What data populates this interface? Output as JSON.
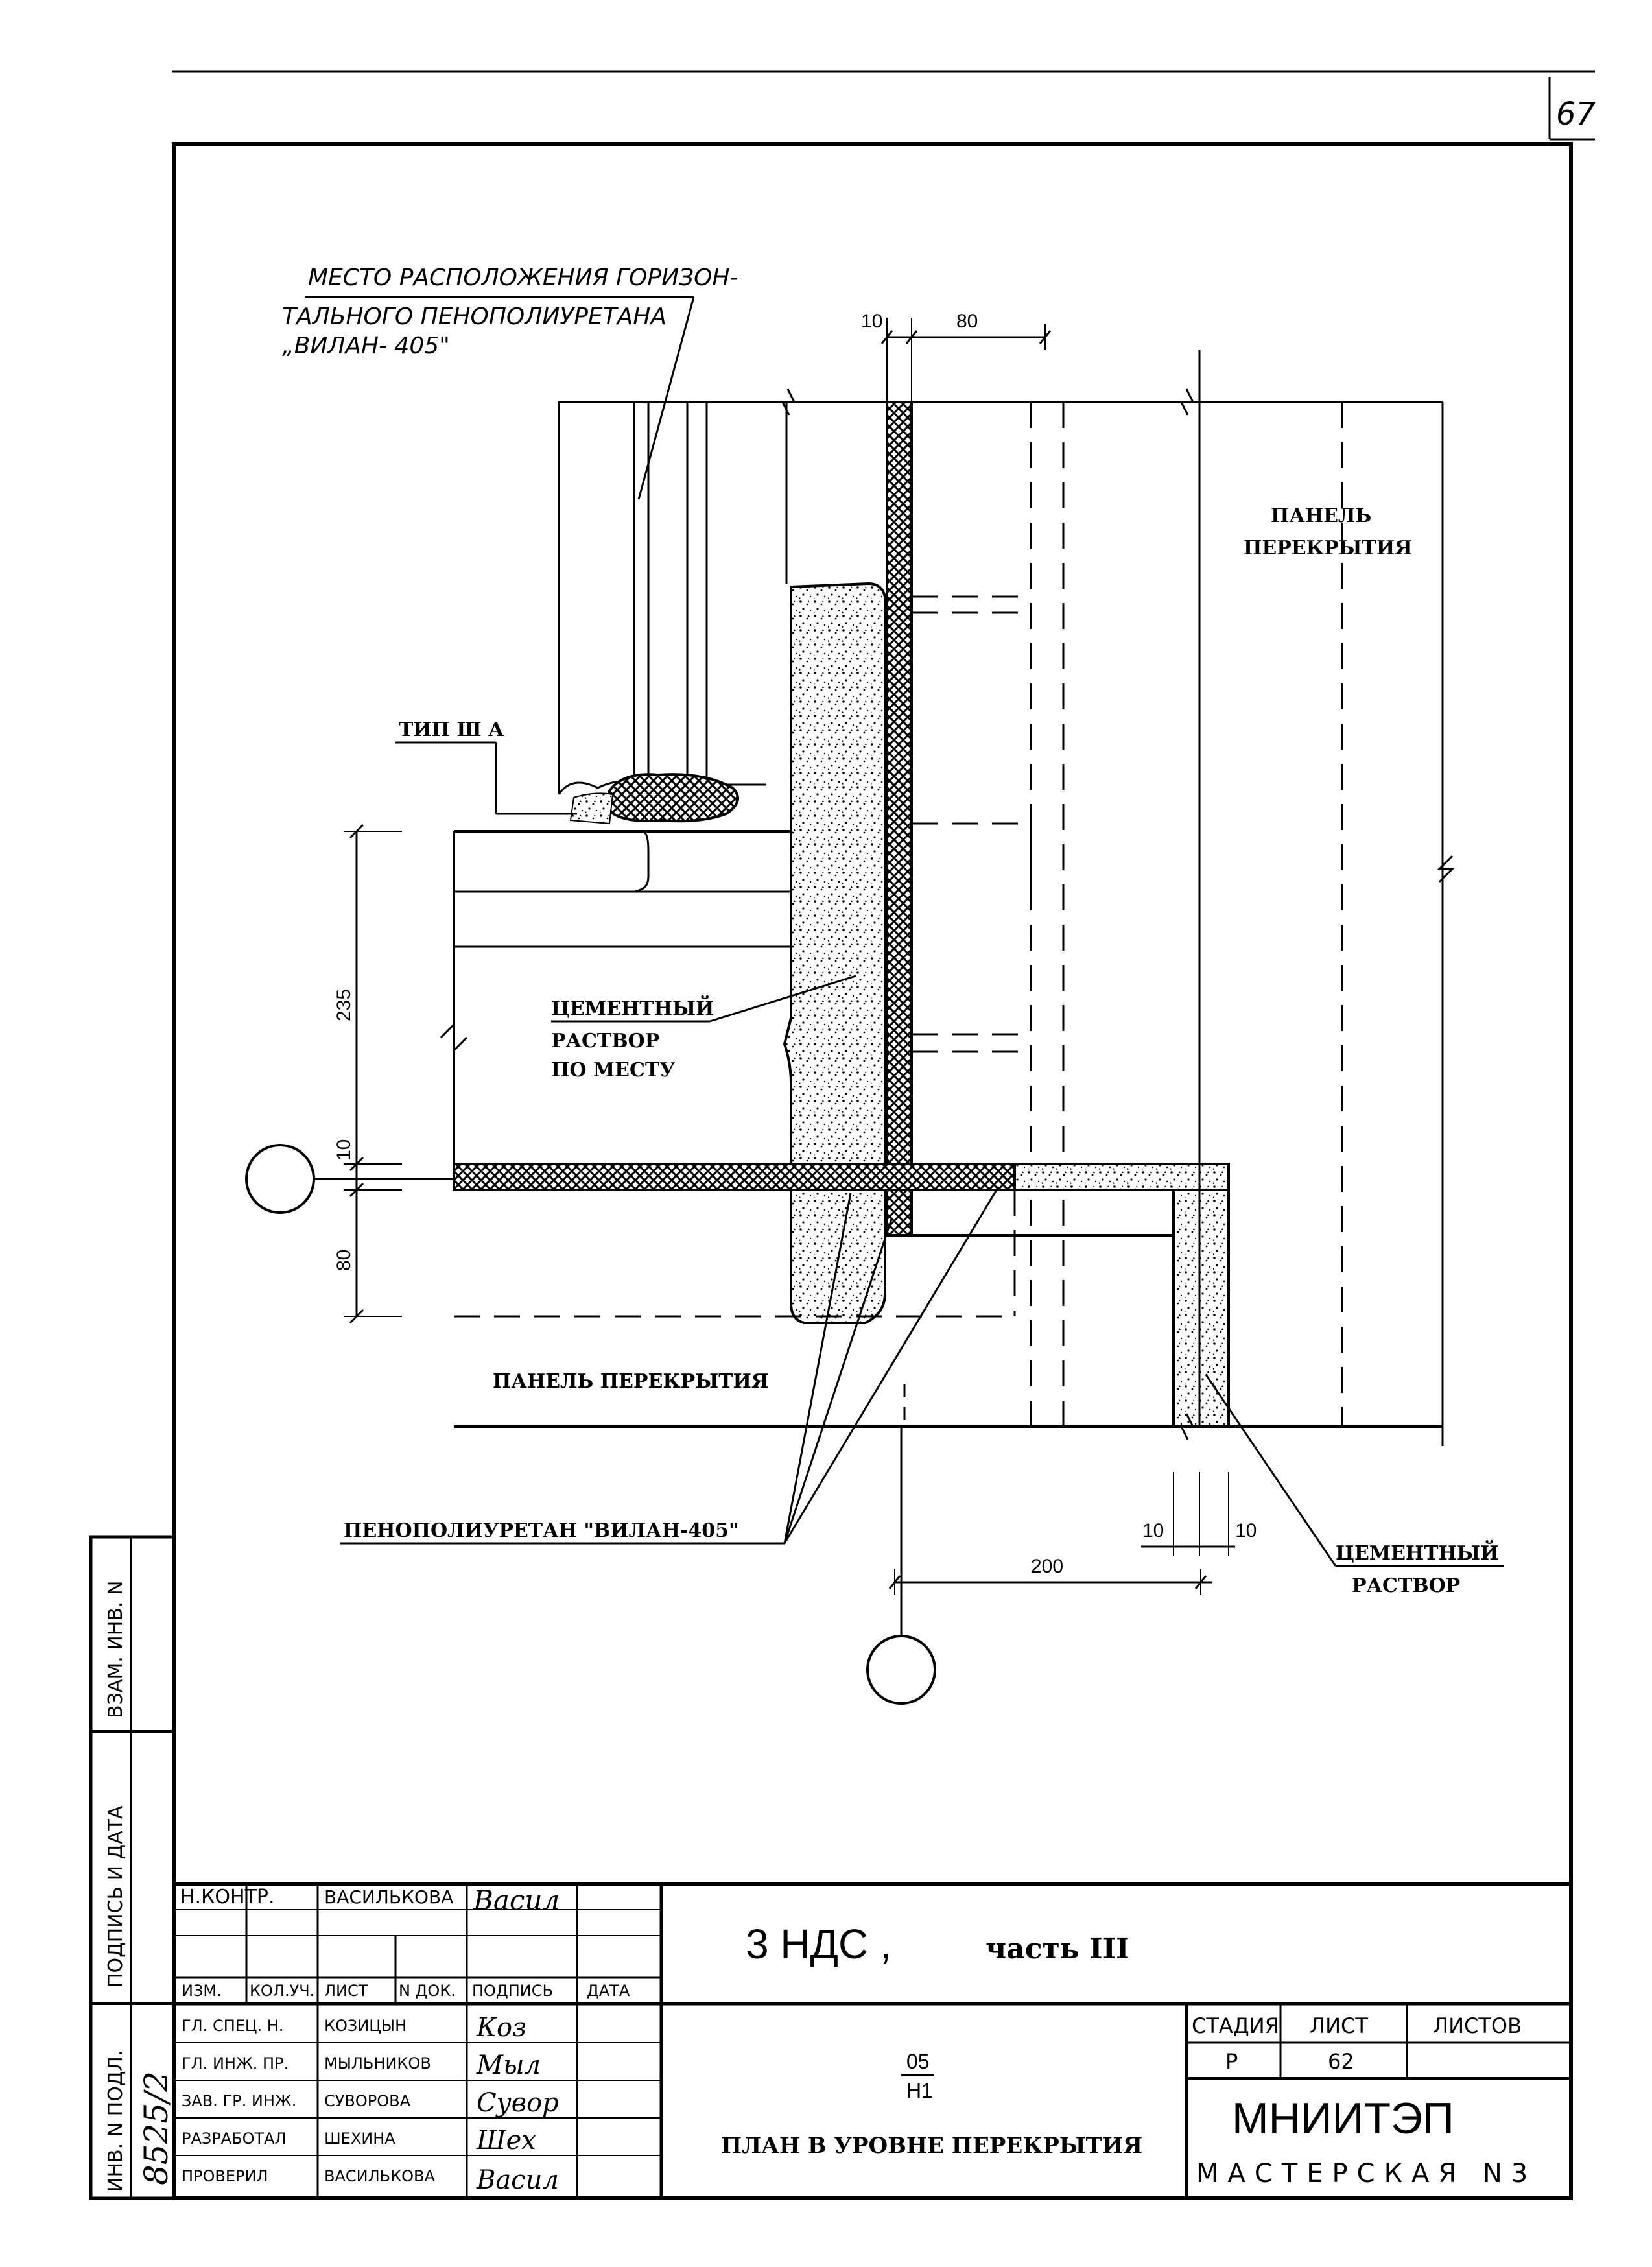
{
  "page_number": "67",
  "drawing": {
    "callout_horizontal_foam": [
      "МЕСТО РАСПОЛОЖЕНИЯ ГОРИЗОН-",
      "ТАЛЬНОГО ПЕНОПОЛИУРЕТАНА",
      "„ВИЛАН- 405\""
    ],
    "type_label": "ТИП Ш А",
    "panel_right": [
      "ПАНЕЛЬ",
      "ПЕРЕКРЫТИЯ"
    ],
    "cement_mortar_in_place": [
      "ЦЕМЕНТНЫЙ",
      "РАСТВОР",
      "ПО МЕСТУ"
    ],
    "panel_bottom": "ПАНЕЛЬ ПЕРЕКРЫТИЯ",
    "foam_label": "ПЕНОПОЛИУРЕТАН \"ВИЛАН-405\"",
    "cement_mortar": [
      "ЦЕМЕНТНЫЙ",
      "РАСТВОР"
    ],
    "dims": {
      "top_10": "10",
      "top_80": "80",
      "left_235": "235",
      "left_10": "10",
      "left_80": "80",
      "bottom_10a": "10",
      "bottom_10b": "10",
      "bottom_200": "200"
    }
  },
  "side_stamp": {
    "inv_orig": "ИНВ. N ПОДЛ.",
    "sign_date": "ПОДПИСЬ И ДАТА",
    "vzam_inv": "ВЗАМ. ИНВ. N",
    "inv_number": "8525/2"
  },
  "title_block": {
    "row_nkontr": {
      "role": "Н.КОНТР.",
      "name": "ВАСИЛЬКОВА",
      "sign": "Васил"
    },
    "headers": [
      "ИЗМ.",
      "КОЛ.УЧ.",
      "ЛИСТ",
      "N ДОК.",
      "ПОДПИСЬ",
      "ДАТА"
    ],
    "staff": [
      {
        "role": "ГЛ. СПЕЦ. Н.",
        "name": "КОЗИЦЫН",
        "sign": "Коз"
      },
      {
        "role": "ГЛ. ИНЖ. ПР.",
        "name": "МЫЛЬНИКОВ",
        "sign": "Мыл"
      },
      {
        "role": "ЗАВ. ГР. ИНЖ.",
        "name": "СУВОРОВА",
        "sign": "Сувор"
      },
      {
        "role": "РАЗРАБОТАЛ",
        "name": "ШЕХИНА",
        "sign": "Шех"
      },
      {
        "role": "ПРОВЕРИЛ",
        "name": "ВАСИЛЬКОВА",
        "sign": "Васил"
      }
    ],
    "project": "3 НДС ,",
    "part": "часть III",
    "code_num": "05",
    "code_den": "Н1",
    "sheet_title": "ПЛАН В УРОВНЕ ПЕРЕКРЫТИЯ",
    "stage_header": "СТАДИЯ",
    "sheet_header": "ЛИСТ",
    "sheets_header": "ЛИСТОВ",
    "stage_value": "Р",
    "sheet_value": "62",
    "sheets_value": "",
    "org": "МНИИТЭП",
    "workshop": "МАСТЕРСКАЯ N3"
  }
}
